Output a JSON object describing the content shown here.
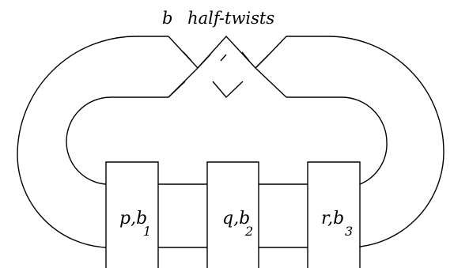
{
  "title": {
    "var": "b",
    "text": "half-twists"
  },
  "boxes": [
    {
      "var": "p",
      "sep": ",",
      "b": "b",
      "sub": "1"
    },
    {
      "var": "q",
      "sep": ",",
      "b": "b",
      "sub": "2"
    },
    {
      "var": "r",
      "sep": ",",
      "b": "b",
      "sub": "3"
    }
  ],
  "colors": {
    "line": "#000000",
    "background": "#ffffff"
  }
}
